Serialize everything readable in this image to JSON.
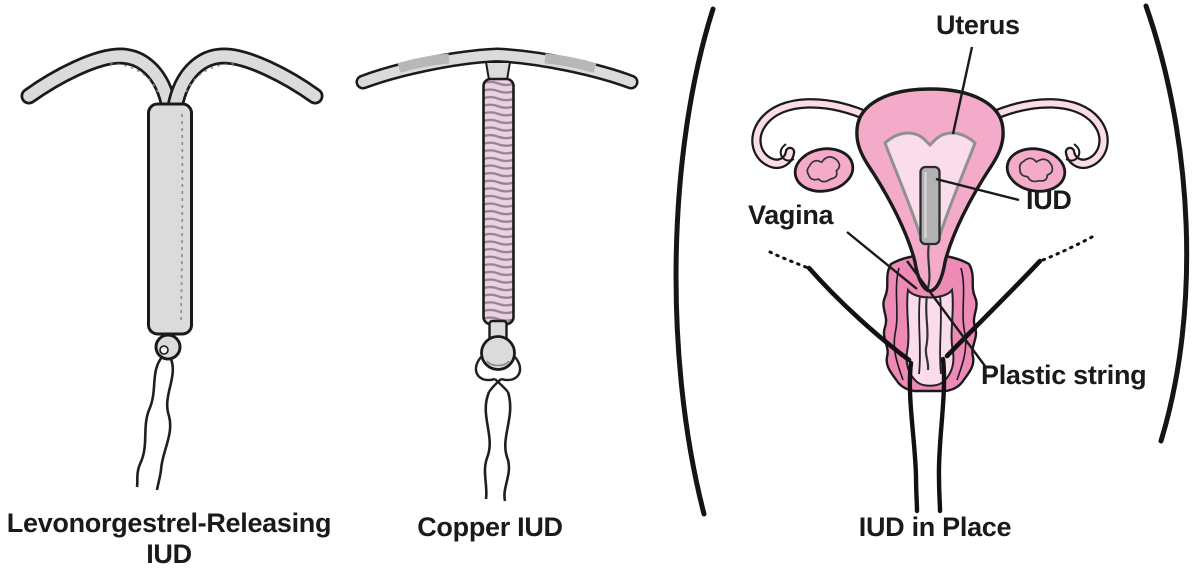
{
  "panels": {
    "levonorgestrel": {
      "caption_line1": "Levonorgestrel-Releasing",
      "caption_line2": "IUD"
    },
    "copper": {
      "caption": "Copper IUD"
    },
    "in_place": {
      "caption": "IUD in Place",
      "labels": {
        "uterus": "Uterus",
        "iud": "IUD",
        "vagina": "Vagina",
        "plastic_string": "Plastic string"
      }
    }
  },
  "colors": {
    "outline": "#1a1a1a",
    "plastic_gray": "#dbdbdb",
    "band_gray": "#b7b7b7",
    "coil_pink": "#e9d3e0",
    "coil_line": "#9a8295",
    "uterus_pink": "#f4abc9",
    "cavity_pink": "#fadcea",
    "deep_pink": "#ee8ab6",
    "iud_gray": "#b2b2b2",
    "background": "#ffffff"
  }
}
